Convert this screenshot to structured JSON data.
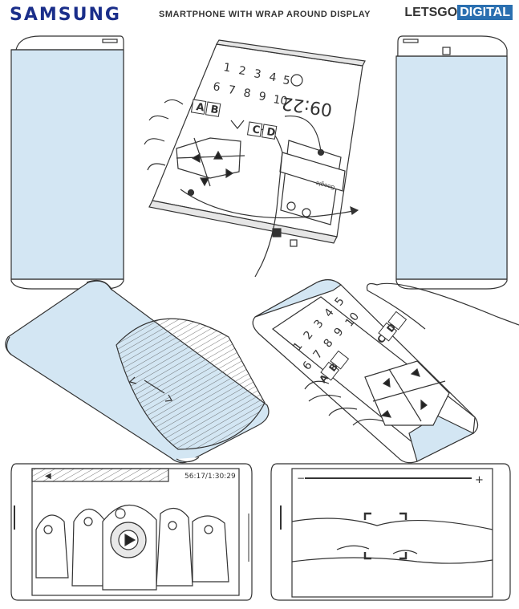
{
  "header": {
    "brand": "SAMSUNG",
    "title": "SMARTPHONE WITH WRAP AROUND DISPLAY",
    "source_part1": "LETSGO",
    "source_part2": "DIGITAL"
  },
  "colors": {
    "brand": "#1a2e8a",
    "screen": "#d3e6f3",
    "source_badge": "#2a6fb0",
    "line": "#333333"
  },
  "top_phone": {
    "digits_row1": [
      "1",
      "2",
      "3",
      "4",
      "5"
    ],
    "digits_row2": [
      "6",
      "7",
      "8",
      "9",
      "10"
    ],
    "keys_left": [
      "A",
      "B"
    ],
    "keys_right": [
      "C",
      "D"
    ],
    "clock": "09:22",
    "search_text": "Google"
  },
  "mid_phone": {
    "digits_row1": [
      "1",
      "2",
      "3",
      "4",
      "5"
    ],
    "digits_row2": [
      "6",
      "7",
      "8",
      "9",
      "10"
    ],
    "keys_left": [
      "A",
      "B"
    ],
    "keys_right": [
      "C",
      "D"
    ]
  },
  "video_player": {
    "timecode": "56:17/1:30:29"
  },
  "camera_view": {
    "zoom_minus": "−",
    "zoom_plus": "+"
  }
}
